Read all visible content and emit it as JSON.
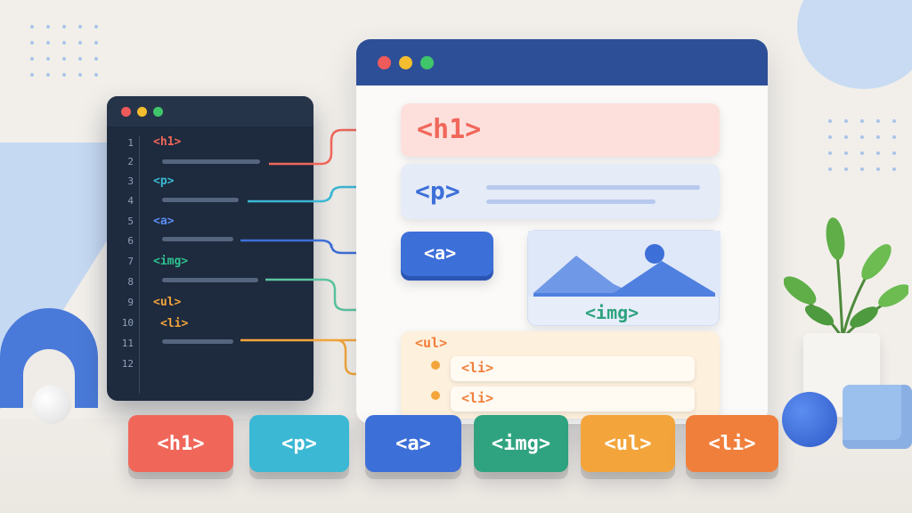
{
  "colors": {
    "h1": "#f0675a",
    "p": "#3bb8d4",
    "a": "#3d6fd8",
    "img": "#2fa37f",
    "ul": "#f3a53b",
    "li": "#f07f3b"
  },
  "editor": {
    "line_numbers": [
      "1",
      "2",
      "3",
      "4",
      "5",
      "6",
      "7",
      "8",
      "9",
      "10",
      "11",
      "12"
    ],
    "tags": [
      "<h1>",
      "<p>",
      "<a>",
      "<img>",
      "<ul>",
      "<li>"
    ]
  },
  "browser": {
    "h1_label": "<h1>",
    "p_label": "<p>",
    "a_label": "<a>",
    "img_label": "<img>",
    "ul_label": "<ul>",
    "li_items": [
      "<li>",
      "<li>"
    ]
  },
  "chips": [
    "<h1>",
    "<p>",
    "<a>",
    "<img>",
    "<ul>",
    "<li>"
  ],
  "icons": [
    "mountain-image-icon",
    "plant-icon"
  ]
}
